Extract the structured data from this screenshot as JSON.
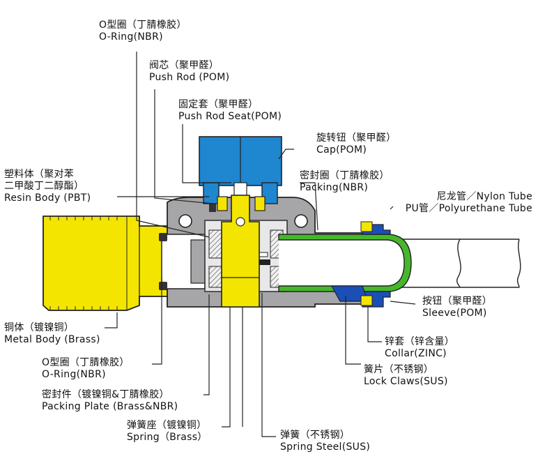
{
  "labels": {
    "oring_top": {
      "zh": "O型圈（丁腈橡胶）",
      "en": "O-Ring(NBR)"
    },
    "push_rod": {
      "zh": "阀芯（聚甲醛）",
      "en": "Push Rod (POM)"
    },
    "push_rod_seat": {
      "zh": "固定套（聚甲醛）",
      "en": "Push Rod Seat(POM)"
    },
    "cap": {
      "zh": "旋转钮（聚甲醛）",
      "en": "Cap(POM)"
    },
    "packing": {
      "zh": "密封圈（丁腈橡胶）",
      "en": "Packing(NBR)"
    },
    "resin_body": {
      "zh1": "塑料体（聚对苯",
      "zh2": "二甲酸丁二醇酯）",
      "en": "Resin Body (PBT)"
    },
    "nylon_tube": {
      "zh": "尼龙管／Nylon Tube",
      "en": "PU管／Polyurethane Tube"
    },
    "sleeve": {
      "zh": "按钮（聚甲醛）",
      "en": "Sleeve(POM)"
    },
    "metal_body": {
      "zh": "铜体（镀镍铜）",
      "en": "Metal Body (Brass)"
    },
    "collar": {
      "zh": "锌套（锌含量）",
      "en": "Collar(ZINC)"
    },
    "oring_bottom": {
      "zh": "O型圈（丁腈橡胶）",
      "en": "O-Ring(NBR)"
    },
    "lock_claws": {
      "zh": "簧片（不锈钢）",
      "en": "Lock Claws(SUS)"
    },
    "packing_plate": {
      "zh": "密封件（镀镍铜&丁腈橡胶）",
      "en": "Packing Plate  (Brass&NBR)"
    },
    "spring_seat": {
      "zh": "弹簧座（镀镍铜）",
      "en": "Spring（Brass）"
    },
    "spring_steel": {
      "zh": "弹簧（不锈钢）",
      "en": "Spring Steel(SUS)"
    }
  },
  "colors": {
    "body_gray": "#a6a6a8",
    "brass_yellow": "#f4e500",
    "cap_blue": "#1f86d0",
    "sleeve_blue": "#1a4fb8",
    "collar_green": "#46b72c",
    "tube_fill": "#ffffff",
    "line": "#222222"
  }
}
